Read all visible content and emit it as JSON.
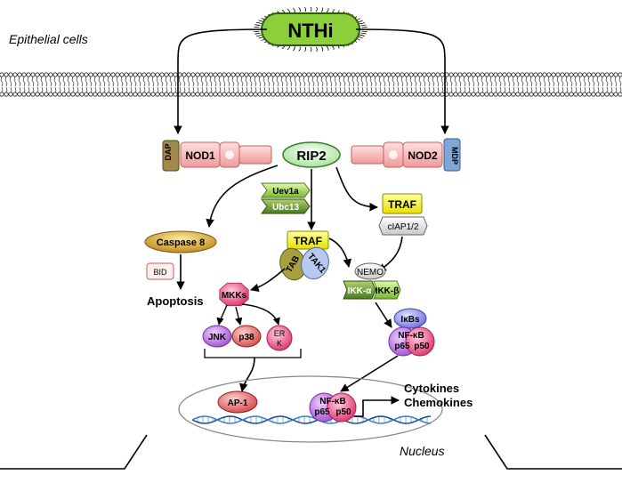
{
  "labels": {
    "region": "Epithelial cells",
    "pathogen": "NTHi",
    "dap": "DAP",
    "nod1": "NOD1",
    "rip2": "RIP2",
    "nod2": "NOD2",
    "mdp": "MDP",
    "uev1a": "Uev1a",
    "ubc13": "Ubc13",
    "traf_center": "TRAF",
    "traf_right": "TRAF",
    "ciap": "cIAP1/2",
    "caspase8": "Caspase 8",
    "bid": "BID",
    "apoptosis": "Apoptosis",
    "tab": "TAB",
    "tak1": "TAK1",
    "nemo": "NEMO",
    "ikka": "IKK-α",
    "ikkb": "IKK-β",
    "mkks": "MKKs",
    "jnk": "JNK",
    "p38": "p38",
    "erk_1": "ER",
    "erk_2": "K",
    "ikbs": "IκBs",
    "nfkb_cyto": "NF-κB",
    "p65_cyto": "p65",
    "p50_cyto": "p50",
    "ap1": "AP-1",
    "nfkb_nuc": "NF-κB",
    "p65_nuc": "p65",
    "p50_nuc": "p50",
    "cytokines": "Cytokines",
    "chemokines": "Chemokines",
    "nucleus": "Nucleus"
  },
  "colors": {
    "bacterium": "#8bcf3a",
    "rip2": "#c9f2c3",
    "nod": "#f7b8b8",
    "dap": "#a0884a",
    "mdp": "#7ea7d8",
    "traf": "#ffff33",
    "caspase": "#e0b040",
    "mkks": "#e0506a",
    "purple": "#b060e0",
    "ikk": "#6fbf3a",
    "ap1": "#d86070"
  }
}
